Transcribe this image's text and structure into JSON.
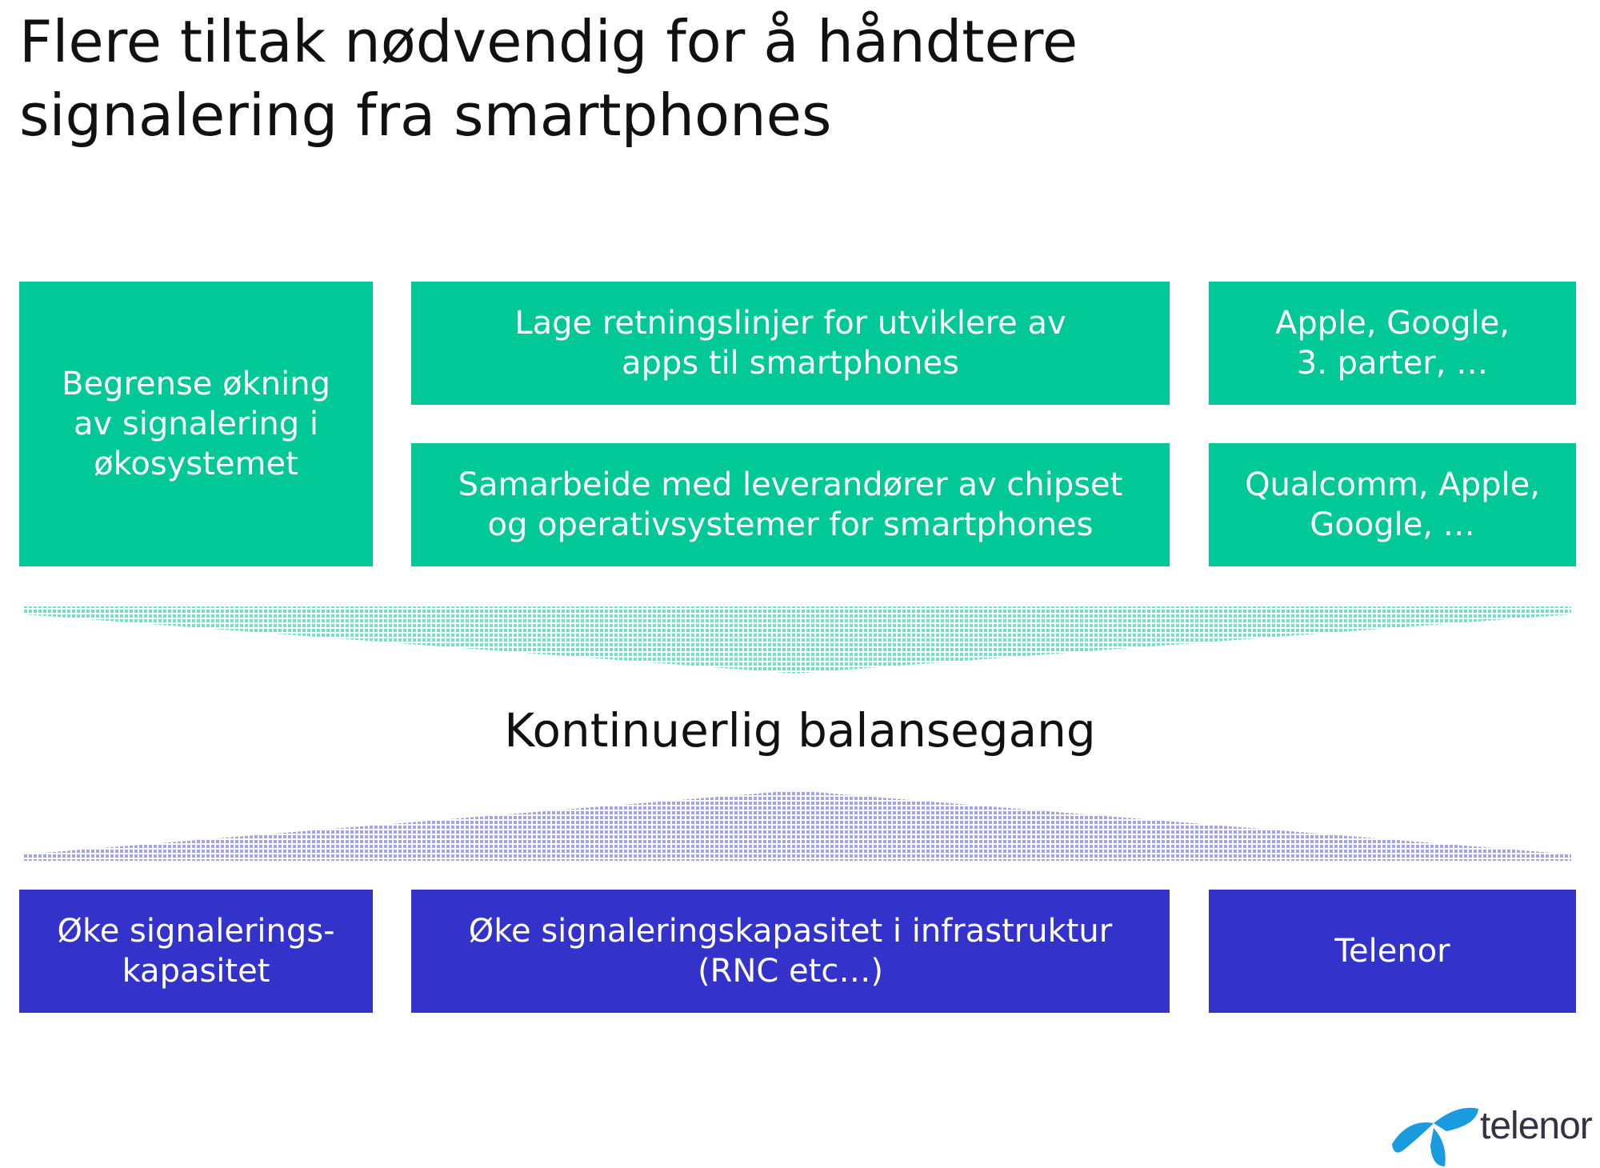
{
  "slide": {
    "title": "Flere tiltak nødvendig for å håndtere\nsignalering fra smartphones",
    "center_label": "Kontinuerlig balansegang"
  },
  "green_boxes": {
    "left": "Begrense økning\nav signalering i\nøkosystemet",
    "middle_top": "Lage retningslinjer for utviklere av\napps til smartphones",
    "right_top": "Apple, Google,\n3. parter, …",
    "middle_bottom": "Samarbeide med leverandører av chipset\nog operativsystemer for smartphones",
    "right_bottom": "Qualcomm, Apple,\nGoogle, …"
  },
  "blue_boxes": {
    "left": "Øke signalerings-\nkapasitet",
    "middle": "Øke signaleringskapasitet i infrastruktur\n(RNC etc…)",
    "right": "Telenor"
  },
  "logo": {
    "word": "telenor",
    "icon": "telenor-propeller-icon"
  },
  "colors": {
    "green": "#00c896",
    "blue": "#3333cc",
    "logo_blue": "#1a9be0"
  }
}
